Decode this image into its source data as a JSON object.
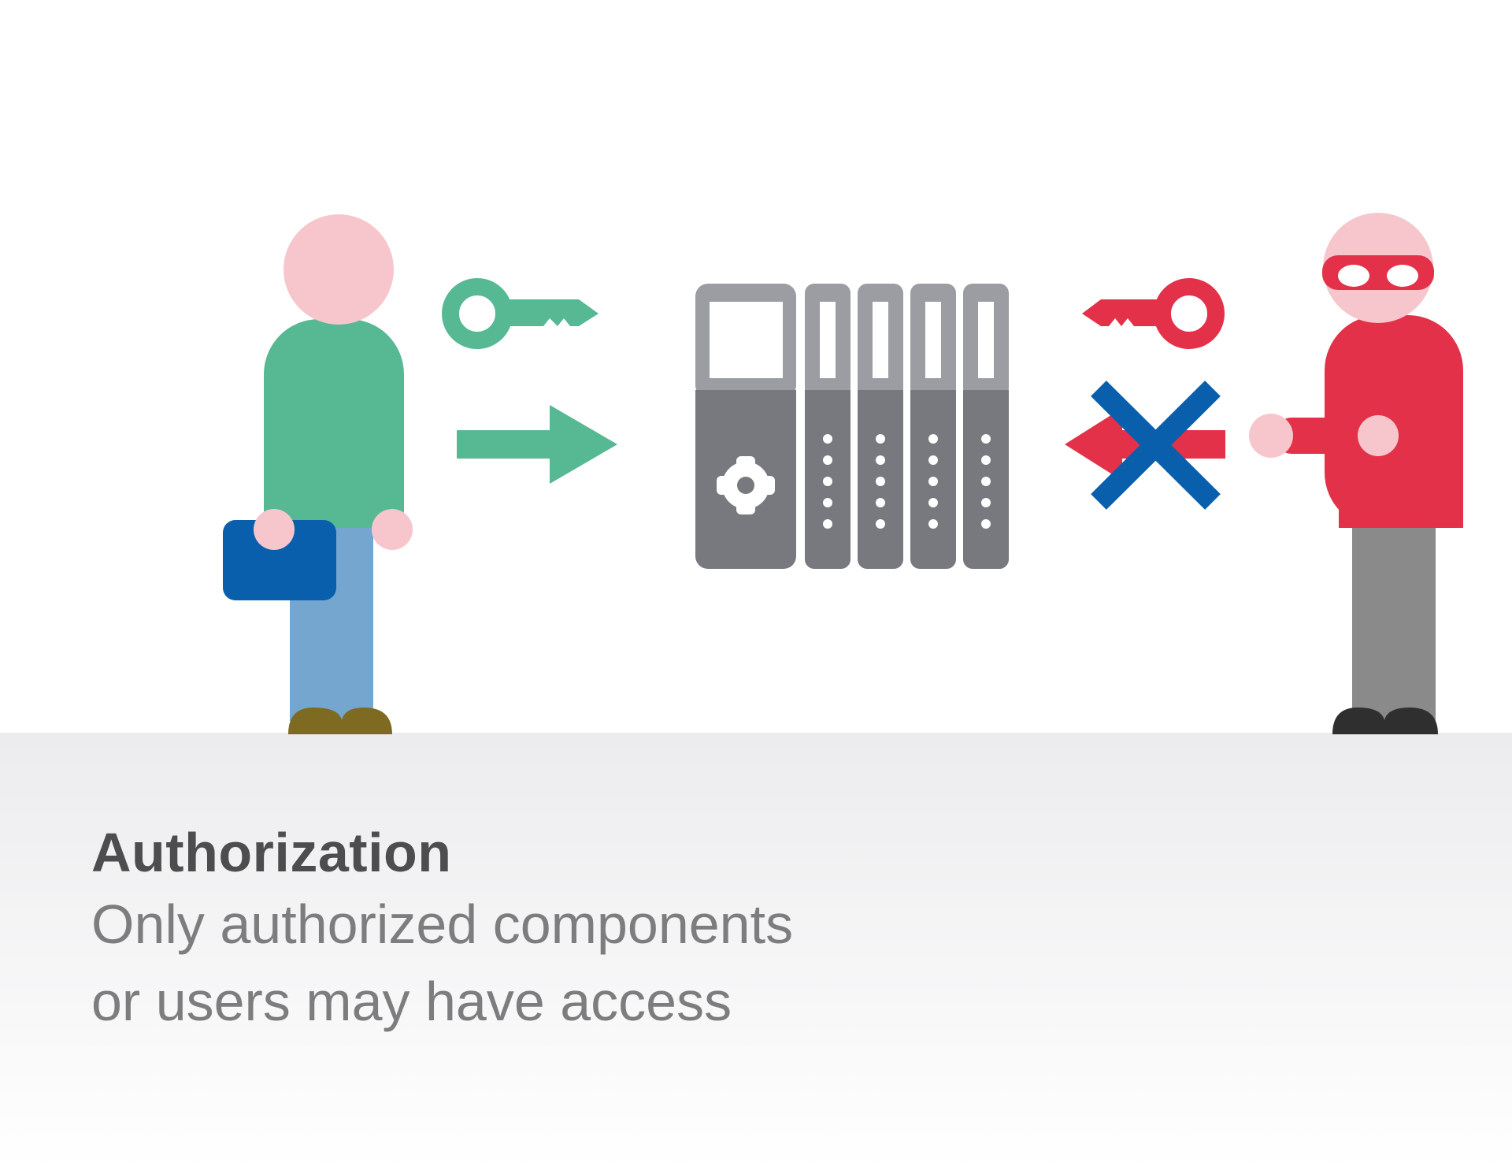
{
  "caption": {
    "title": "Authorization",
    "body_lines": [
      "Only authorized components",
      "or users may have access"
    ]
  },
  "colors": {
    "authorized": "#57b894",
    "unauthorized": "#e3314a",
    "block_x": "#0a5fad",
    "device_light": "#9b9da3",
    "device_dark": "#77797f",
    "skin": "#f7c6cd",
    "jeans": "#74a6cf",
    "briefcase": "#0a5fad",
    "shoes_left": "#7f6a22",
    "trousers_right": "#8a8a8a",
    "shoes_right": "#2f2f2f",
    "floor": "#f1f1f2"
  },
  "figures": {
    "authorized_user": "user-icon",
    "intruder": "intruder-icon",
    "device": "plc-device-icon",
    "granted_key": "key-icon",
    "denied_key": "key-icon",
    "access_arrow": "arrow-right-icon",
    "denied_mark": "blocked-x-icon"
  }
}
